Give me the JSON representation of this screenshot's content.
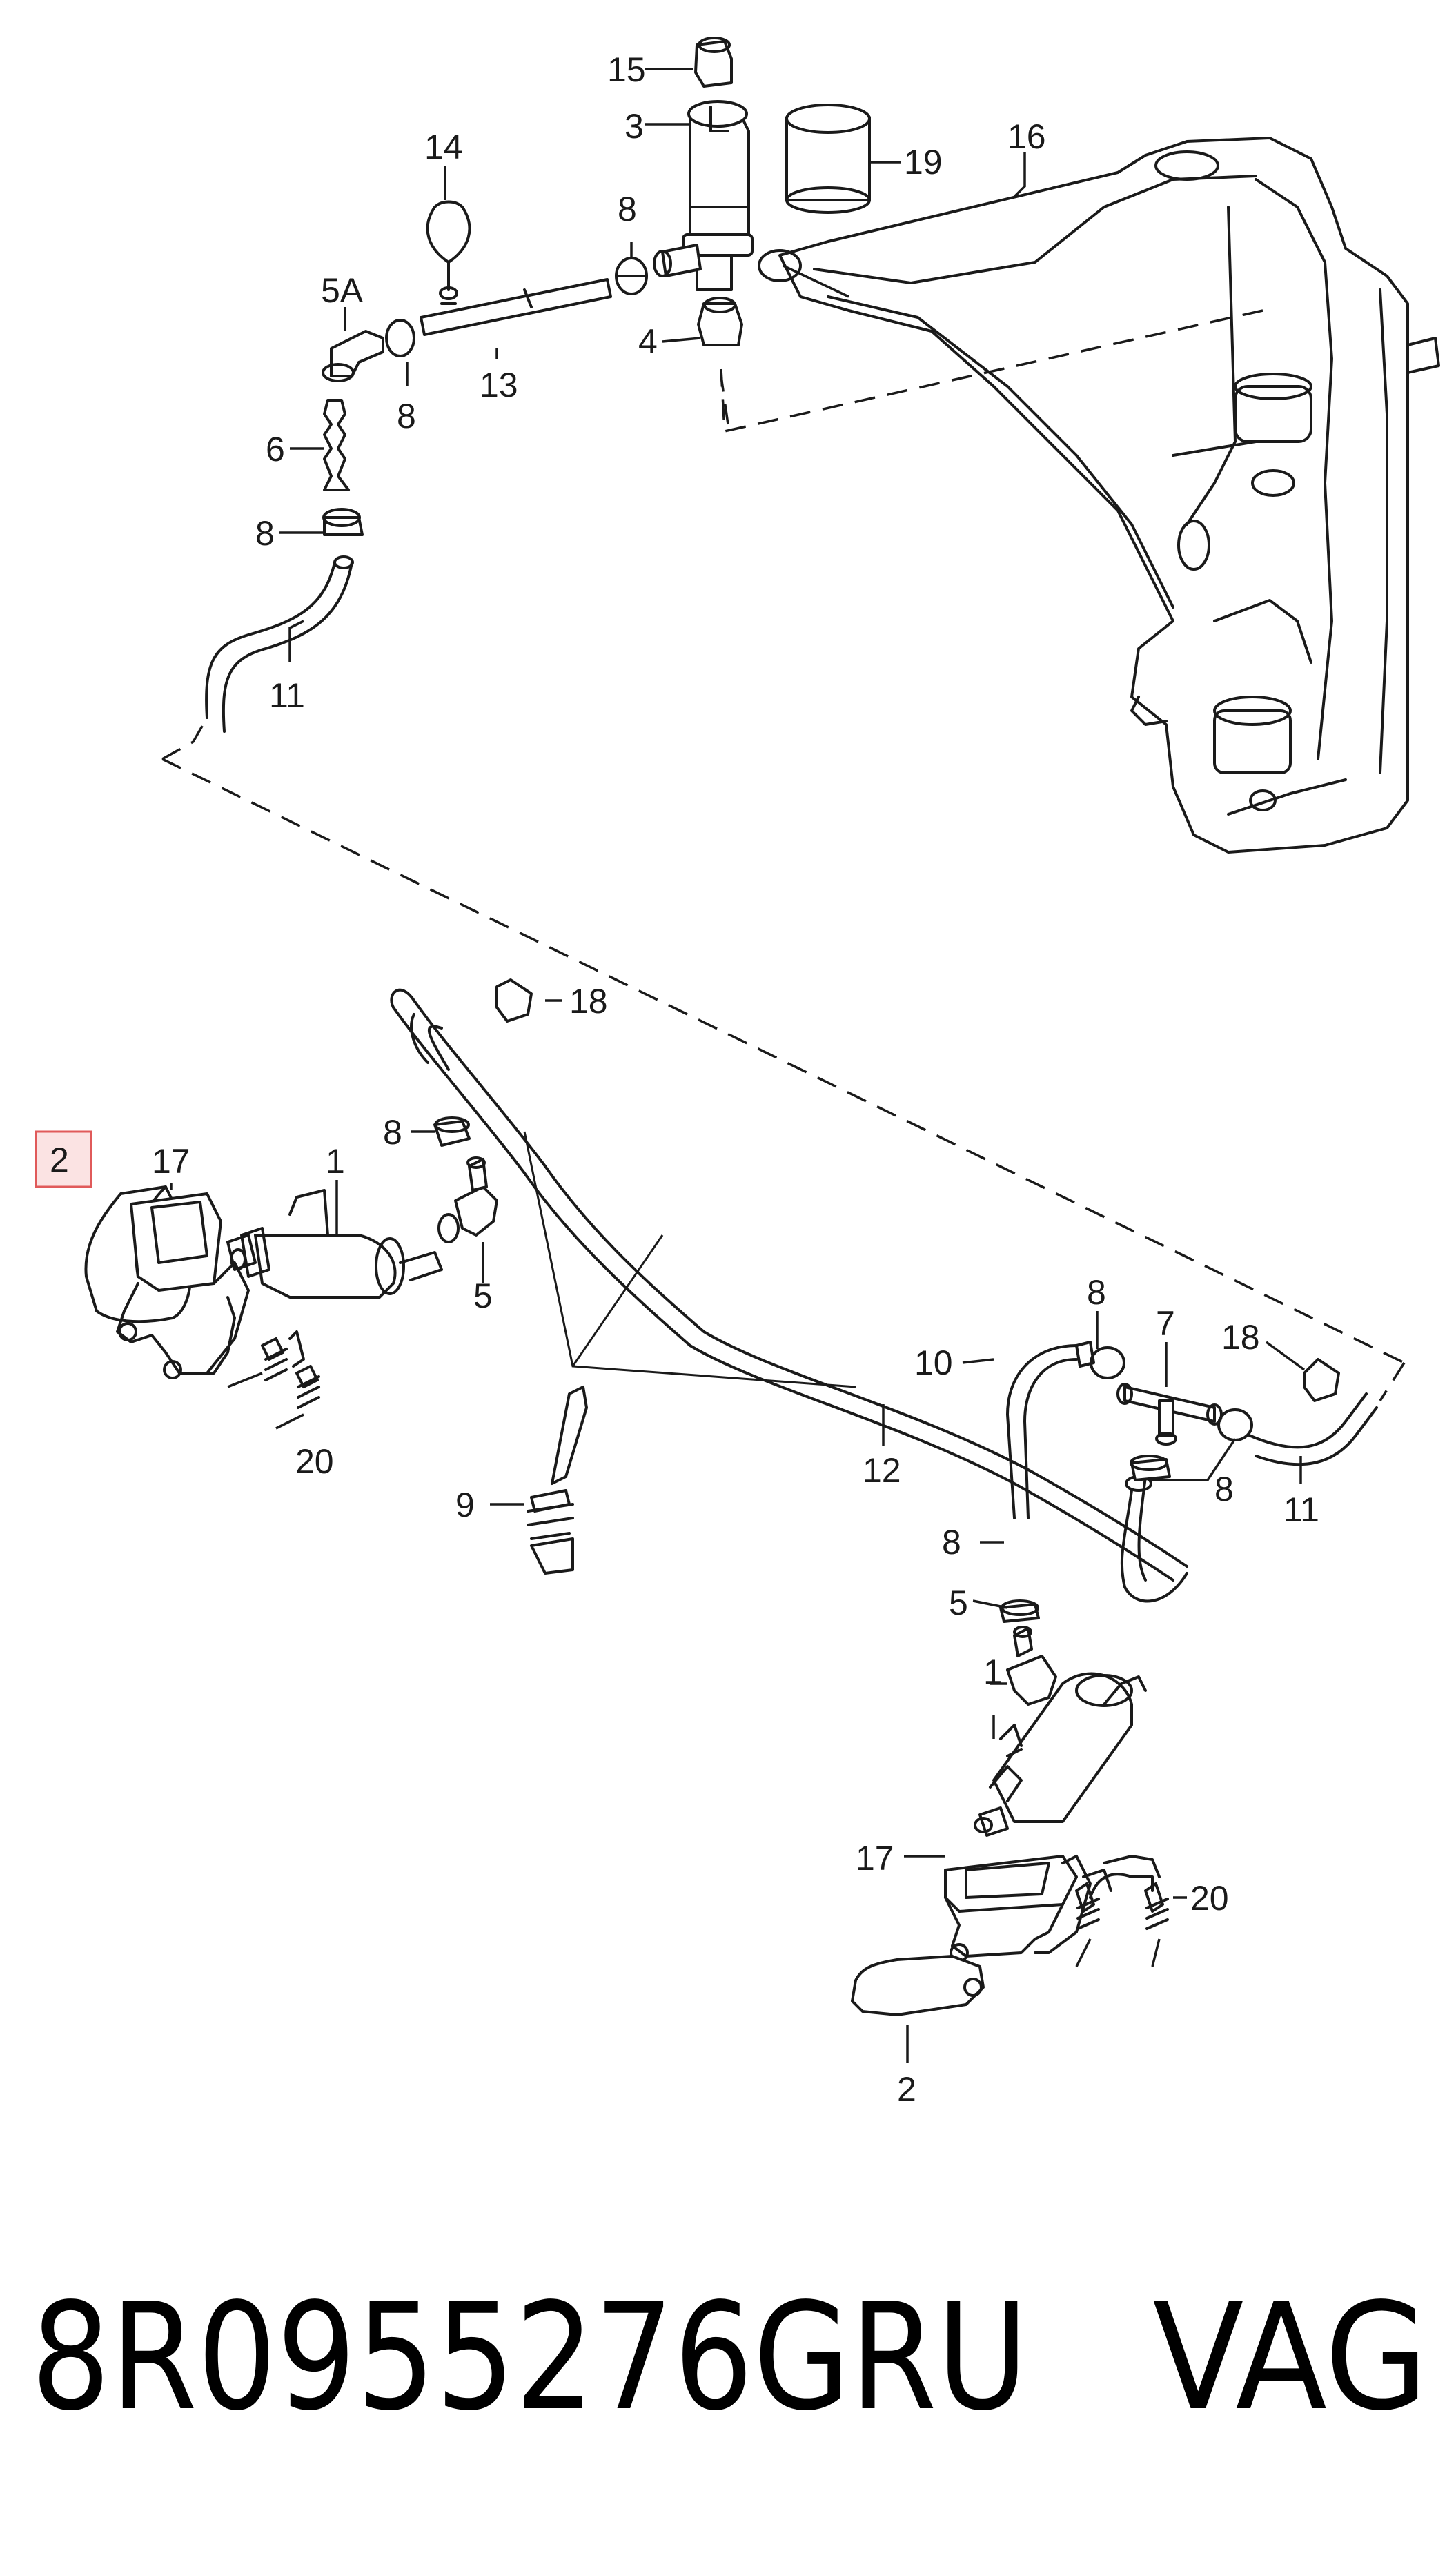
{
  "highlight_color": "#e05a5a",
  "callouts": {
    "c15": "15",
    "c3": "3",
    "c19": "19",
    "c16": "16",
    "c14": "14",
    "c8a": "8",
    "c5A": "5A",
    "c4": "4",
    "c13": "13",
    "c8b": "8",
    "c6": "6",
    "c8c": "8",
    "c11a": "11",
    "c18a": "18",
    "c8d": "8",
    "c2a": "2",
    "c17a": "17",
    "c1a": "1",
    "c5a": "5",
    "c20a": "20",
    "c8e": "8",
    "c7": "7",
    "c10": "10",
    "c18b": "18",
    "c9": "9",
    "c12": "12",
    "c8f": "8",
    "c11b": "11",
    "c8g": "8",
    "c5b": "5",
    "c1b": "1",
    "c17b": "17",
    "c20b": "20",
    "c2b": "2"
  },
  "caption": {
    "part_number": "8R0955276GRU",
    "brand": "VAG"
  }
}
